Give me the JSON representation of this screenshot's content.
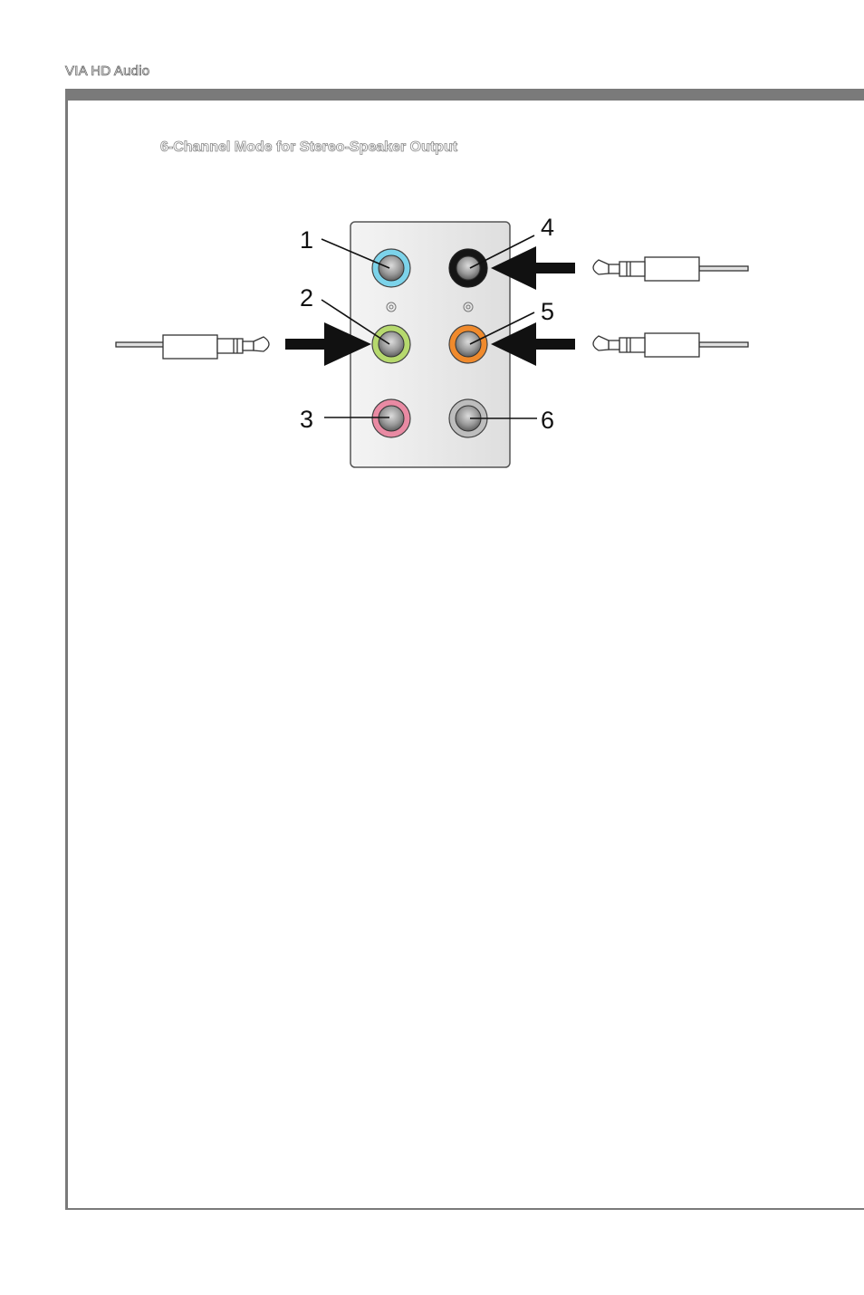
{
  "header": {
    "title": "VIA HD Audio"
  },
  "section": {
    "title": "6-Channel Mode for Stereo-Speaker Output"
  },
  "diagram": {
    "jacks": [
      {
        "number": "1",
        "color": "#7cd3ea",
        "label": "1"
      },
      {
        "number": "2",
        "color": "#b6d96e",
        "label": "2"
      },
      {
        "number": "3",
        "color": "#e98aa3",
        "label": "3"
      },
      {
        "number": "4",
        "color": "#151515",
        "label": "4"
      },
      {
        "number": "5",
        "color": "#f08a2c",
        "label": "5"
      },
      {
        "number": "6",
        "color": "#bdbdbd",
        "label": "6"
      }
    ],
    "connected_jacks": [
      "2",
      "4",
      "5"
    ]
  }
}
